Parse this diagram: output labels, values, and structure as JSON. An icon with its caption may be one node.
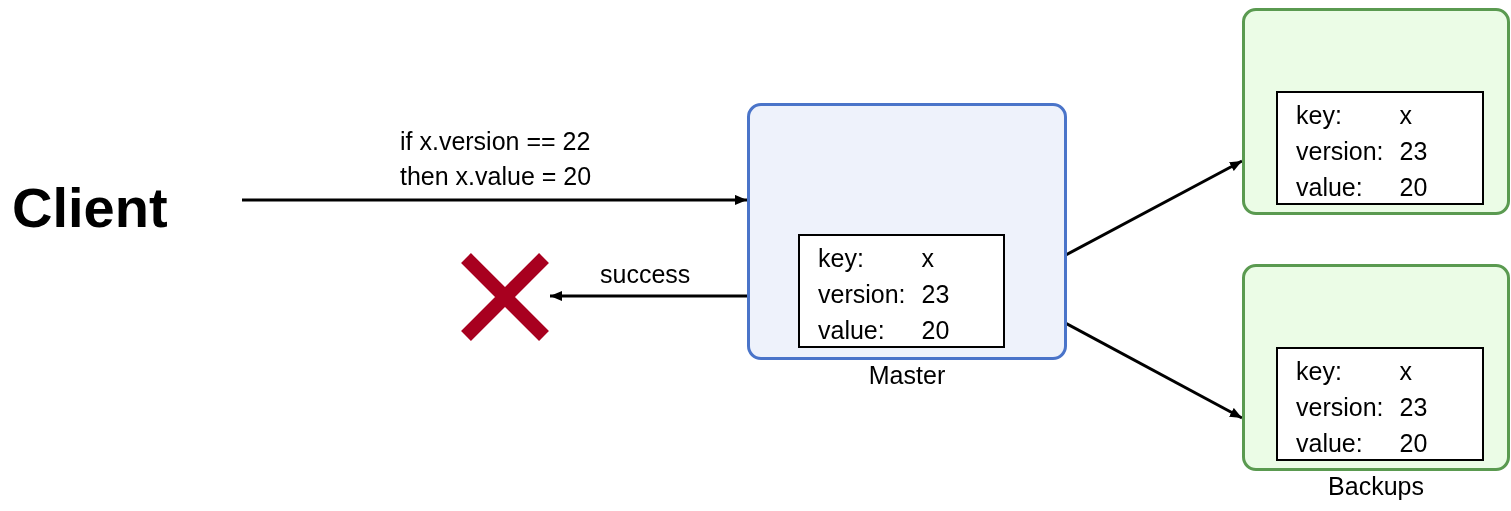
{
  "diagram": {
    "nodes": [
      {
        "text": [
          "Client"
        ]
      },
      {
        "text": [],
        "shape": "box",
        "beside": [
          "Master"
        ]
      },
      {
        "text": [
          "key:",
          "x",
          "version:",
          "23",
          "value:",
          "20"
        ],
        "in": 1
      },
      {
        "text": [],
        "shape": "cross"
      },
      {
        "text": [],
        "shape": "box"
      },
      {
        "text": [
          "key:",
          "x",
          "version:",
          "23",
          "value:",
          "20"
        ],
        "in": 4
      },
      {
        "text": [],
        "shape": "box",
        "beside": [
          "Backups"
        ]
      },
      {
        "text": [
          "key:",
          "x",
          "version:",
          "23",
          "value:",
          "20"
        ],
        "in": 6
      }
    ],
    "edges": [
      {
        "from": 0,
        "to": 1,
        "arrow": "to",
        "label": "if x.version == 22 then x.value = 20"
      },
      {
        "from": 1,
        "to": 3,
        "arrow": "to",
        "label": "success"
      },
      {
        "from": 2,
        "to": 4,
        "arrow": "to"
      },
      {
        "from": 2,
        "to": 6,
        "arrow": "to"
      }
    ]
  }
}
